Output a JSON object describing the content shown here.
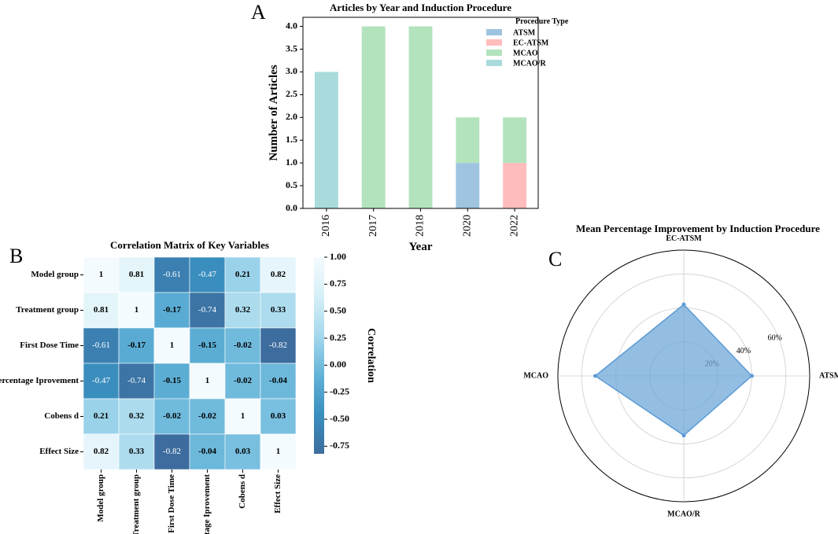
{
  "panels": {
    "a": {
      "letter": "A"
    },
    "b": {
      "letter": "B"
    },
    "c": {
      "letter": "C"
    }
  },
  "chart_data": [
    {
      "type": "bar",
      "stacked": true,
      "title": "Articles by Year and Induction Procedure",
      "xlabel": "Year",
      "ylabel": "Number of Articles",
      "categories": [
        "2016",
        "2017",
        "2018",
        "2020",
        "2022"
      ],
      "ylim": [
        0,
        4.2
      ],
      "yticks": [
        "0.0",
        "0.5",
        "1.0",
        "1.5",
        "2.0",
        "2.5",
        "3.0",
        "3.5",
        "4.0"
      ],
      "legend_title": "Procedure Type",
      "legend_position": "top-right",
      "series": [
        {
          "name": "ATSM",
          "color": "#9ec4e0",
          "values": [
            0,
            0,
            0,
            1,
            0
          ]
        },
        {
          "name": "EC-ATSM",
          "color": "#ffbcbc",
          "values": [
            0,
            0,
            0,
            0,
            1
          ]
        },
        {
          "name": "MCAO",
          "color": "#b3e3bc",
          "values": [
            0,
            4,
            4,
            1,
            1
          ]
        },
        {
          "name": "MCAO/R",
          "color": "#a9dbdc",
          "values": [
            3,
            0,
            0,
            0,
            0
          ]
        }
      ]
    },
    {
      "type": "heatmap",
      "title": "Correlation Matrix of Key Variables",
      "row_labels": [
        "Model group",
        "Treatment group",
        "First Dose Time",
        "Percentage Iprovement",
        "Cobens d",
        "Effect Size"
      ],
      "col_labels": [
        "Model group",
        "Treatment group",
        "First Dose Time",
        "Percentage Iprovement",
        "Cobens d",
        "Effect Size"
      ],
      "values": [
        [
          1,
          0.81,
          -0.61,
          -0.47,
          0.21,
          0.82
        ],
        [
          0.81,
          1,
          -0.17,
          -0.74,
          0.32,
          0.33
        ],
        [
          -0.61,
          -0.17,
          1,
          -0.15,
          -0.02,
          -0.82
        ],
        [
          -0.47,
          -0.74,
          -0.15,
          1,
          -0.02,
          -0.04
        ],
        [
          0.21,
          0.32,
          -0.02,
          -0.02,
          1,
          0.03
        ],
        [
          0.82,
          0.33,
          -0.82,
          -0.04,
          0.03,
          1
        ]
      ],
      "colorbar_label": "Correlation",
      "colorbar_range": [
        -0.82,
        1.0
      ],
      "colorbar_ticks": [
        "1.00",
        "0.75",
        "0.50",
        "0.25",
        "0.00",
        "-0.25",
        "-0.50",
        "-0.75"
      ],
      "colormap": [
        "#3d6c9e",
        "#3a8fbf",
        "#63b3d8",
        "#a5d8ec",
        "#d6eff7",
        "#f4fbfe"
      ]
    },
    {
      "type": "radar",
      "title": "Mean Percentage Improvement by Induction Procedure",
      "axes": [
        "ATSM",
        "EC-ATSM",
        "MCAO",
        "MCAO/R"
      ],
      "values": [
        40,
        42,
        52,
        35
      ],
      "rmax": 74,
      "rticks": [
        20,
        40,
        60
      ],
      "rtick_labels": [
        "20%",
        "40%",
        "60%"
      ],
      "fill_color": "#6fa8d8",
      "line_color": "#5b9bd5"
    }
  ]
}
